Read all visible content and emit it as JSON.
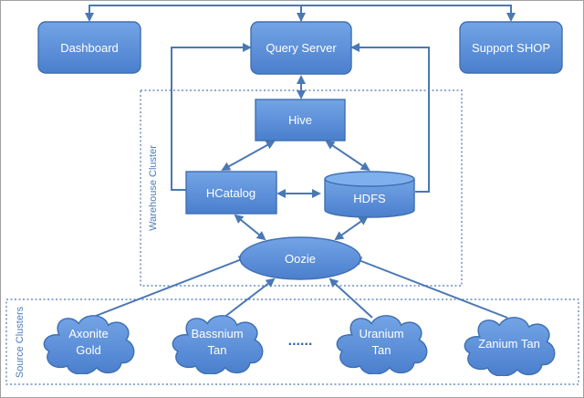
{
  "diagram": {
    "nodes": {
      "dashboard": "Dashboard",
      "query_server": "Query Server",
      "support_shop": "Support SHOP",
      "hive": "Hive",
      "hcatalog": "HCatalog",
      "hdfs": "HDFS",
      "oozie": "Oozie",
      "axonite": [
        "Axonite",
        "Gold"
      ],
      "bassnium": [
        "Bassnium",
        "Tan"
      ],
      "ellipsis": "......",
      "uranium": [
        "Uranium",
        "Tan"
      ],
      "zanium": "Zanium Tan"
    },
    "groups": {
      "warehouse": "Warehouse Cluster",
      "source": "Source Clusters"
    },
    "colors": {
      "node_fill": "#5b8fd9",
      "node_stroke": "#3f6fb0",
      "edge": "#4a78b4"
    }
  }
}
